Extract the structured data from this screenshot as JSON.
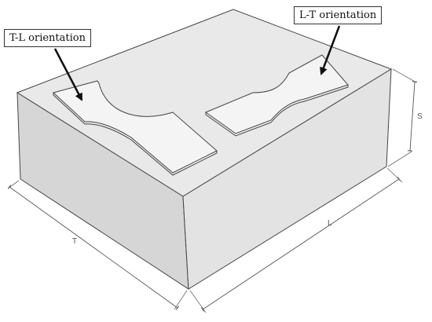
{
  "labels": {
    "tl_orientation": "T-L orientation",
    "lt_orientation": "L-T orientation"
  },
  "dimensions": {
    "s": "S",
    "l": "L",
    "t": "T"
  },
  "colors": {
    "block_top": "#e9e9e9",
    "block_front": "#d7d7d7",
    "block_side": "#e2e2e2",
    "specimen": "#f3f3f3",
    "outline": "#444444",
    "arrow": "#111111"
  }
}
